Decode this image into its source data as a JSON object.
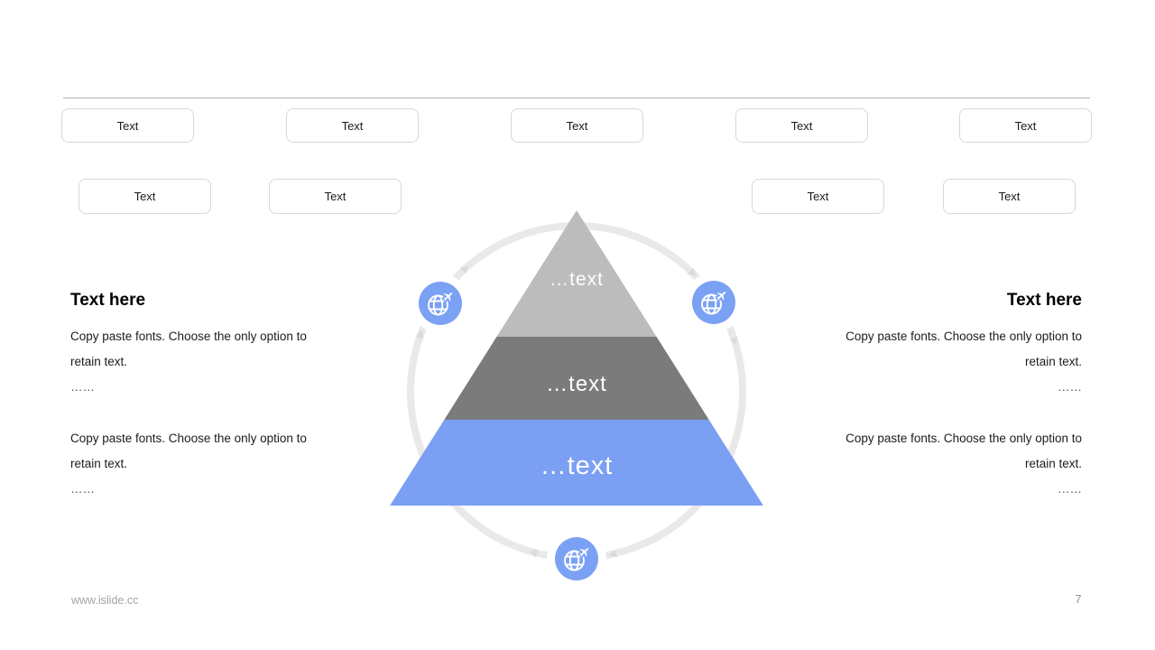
{
  "colors": {
    "accent_blue": "#7b9ff2",
    "icon_blue": "#7ba1f4",
    "pyramid_top_gray": "#bcbcbc",
    "pyramid_mid_gray": "#7b7b7b",
    "ring_gray": "#e9e9e9",
    "box_border": "#d8d8d8"
  },
  "top_row": [
    "Text",
    "Text",
    "Text",
    "Text",
    "Text"
  ],
  "second_row": [
    "Text",
    "Text",
    "Text",
    "Text"
  ],
  "left_panel": {
    "heading": "Text here",
    "paragraphs": [
      {
        "line1": "Copy paste fonts. Choose the only option to",
        "line2": "retain text.",
        "line3": "……"
      },
      {
        "line1": "Copy paste fonts. Choose the only option to",
        "line2": "retain text.",
        "line3": "……"
      }
    ]
  },
  "right_panel": {
    "heading": "Text here",
    "paragraphs": [
      {
        "line1": "Copy paste fonts. Choose the only option to",
        "line2": "retain text.",
        "line3": "……"
      },
      {
        "line1": "Copy paste fonts. Choose the only option to",
        "line2": "retain text.",
        "line3": "……"
      }
    ]
  },
  "pyramid": {
    "levels": [
      {
        "label": "…text",
        "color": "#bcbcbc"
      },
      {
        "label": "…text",
        "color": "#7b7b7b"
      },
      {
        "label": "…text",
        "color": "#7b9ff2"
      }
    ],
    "icon_name": "globe-plane"
  },
  "footer": {
    "website": "www.islide.cc",
    "page_number": "7"
  }
}
